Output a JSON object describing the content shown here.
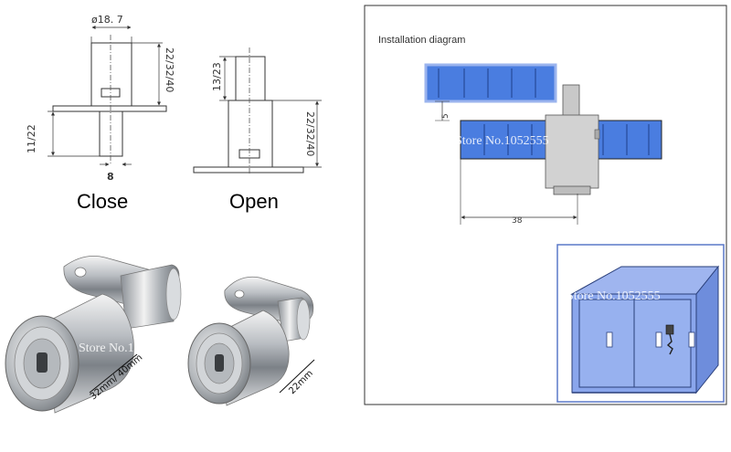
{
  "close_diagram": {
    "dim_diameter": "ø18. 7",
    "dim_height": "22/32/40",
    "dim_plunger": "11/22",
    "dim_pin": "8",
    "caption": "Close"
  },
  "open_diagram": {
    "dim_stroke": "13/23",
    "dim_height": "22/32/40",
    "caption": "Open"
  },
  "installation": {
    "title": "Installation diagram",
    "dim_gap": "5",
    "dim_depth": "38",
    "watermark": "Store No.1052555"
  },
  "cabinet": {
    "watermark": "Store No.1052555"
  },
  "photos": {
    "left_label": "32mm/ 40mm",
    "right_label": "22mm",
    "watermark": "Store No.1052555"
  },
  "colors": {
    "panel_blue": "#4a7de0",
    "cabinet_blue": "#8aa6ec",
    "border_dark": "#333333",
    "cabinet_frame": "#5a78c8"
  }
}
